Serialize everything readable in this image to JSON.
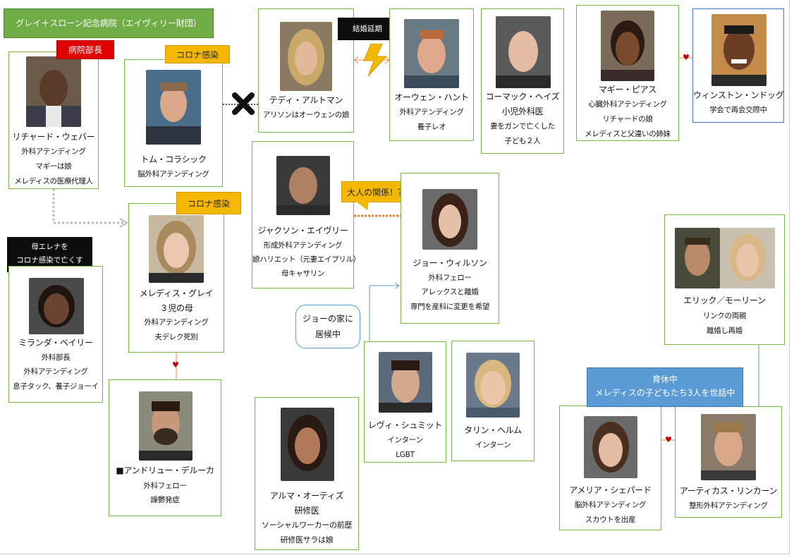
{
  "title": "グレイ＋スローン記念病院（エイヴィリー財団）",
  "tags": {
    "director": "病院部長",
    "covid1": "コロナ感染",
    "covid2": "コロナ感染",
    "wedding": "結婚延期",
    "adult": "大人の関係！？",
    "mother_line1": "母エレナを",
    "mother_line2": "コロナ感染で亡くす"
  },
  "callout": {
    "line1": "ジョーの家に",
    "line2": "居候中"
  },
  "ikuji": {
    "line1": "育休中",
    "line2": "メレディスの子どもたち3人を世話中"
  },
  "people": {
    "richard": {
      "name": "リチャード・ウェバー",
      "lines": [
        "外科アテンディング",
        "マギーは娘",
        "メレディスの医療代理人"
      ]
    },
    "tom": {
      "name": "トム・コラシック",
      "lines": [
        "脳外科アテンディング"
      ]
    },
    "teddy": {
      "name": "テディ・アルトマン",
      "lines": [
        "アリソンはオーウェンの娘"
      ]
    },
    "owen": {
      "name": "オーウェン・ハント",
      "lines": [
        "外科アテンディング",
        "養子レオ"
      ]
    },
    "cormac": {
      "name": "コーマック・ヘイズ",
      "lines": [
        "小児外科医",
        "妻をガンで亡くした",
        "子ども２人"
      ]
    },
    "maggie": {
      "name": "マギー・ピアス",
      "lines": [
        "心臓外科アテンディング",
        "リチャードの娘",
        "メレディスと父違いの姉妹"
      ]
    },
    "winston": {
      "name": "ウィンストン・ンドッグ",
      "lines": [
        "学会で再会交際中"
      ]
    },
    "jackson": {
      "name": "ジャクソン・エイヴリー",
      "lines": [
        "形成外科アテンディング",
        "娘ハリエット（元妻エイプリル）",
        "母キャサリン"
      ]
    },
    "jo": {
      "name": "ジョー・ウィルソン",
      "lines": [
        "外科フェロー",
        "アレックスと離婚",
        "専門を産科に変更を希望"
      ]
    },
    "meredith": {
      "name": "メレディス・グレイ",
      "lines": [
        "３児の母",
        "外科アテンディング",
        "夫デレク死別"
      ]
    },
    "miranda": {
      "name": "ミランダ・ベイリー",
      "lines": [
        "外科部長",
        "外科アテンディング",
        "息子タック、養子ジョーイ"
      ]
    },
    "andrew": {
      "name": "■アンドリュー・デルーカ",
      "lines": [
        "外科フェロー",
        "躁鬱発症"
      ]
    },
    "alma": {
      "name": "アルマ・オーティズ",
      "lines": [
        "研修医",
        "ソーシャルワーカーの前歴",
        "研修医サラは娘"
      ]
    },
    "levi": {
      "name": "レヴィ・シュミット",
      "lines": [
        "インターン",
        "LGBT"
      ]
    },
    "taryn": {
      "name": "タリン・ヘルム",
      "lines": [
        "インターン"
      ]
    },
    "eric": {
      "name": "エリック／モーリーン",
      "lines": [
        "リンクの両親",
        "離婚し再婚"
      ]
    },
    "amelia": {
      "name": "アメリア・シェパード",
      "lines": [
        "脳外科アテンディング",
        "スカウトを出産"
      ]
    },
    "atticus": {
      "name": "アーティカス・リンカーン",
      "lines": [
        "整形外科アテンディング"
      ]
    }
  },
  "colors": {
    "card_border": "#7ab648",
    "tag_yellow": "#f5b800",
    "tag_red": "#e00000",
    "title_green": "#70ad47",
    "blue_box": "#5b9bd5"
  }
}
